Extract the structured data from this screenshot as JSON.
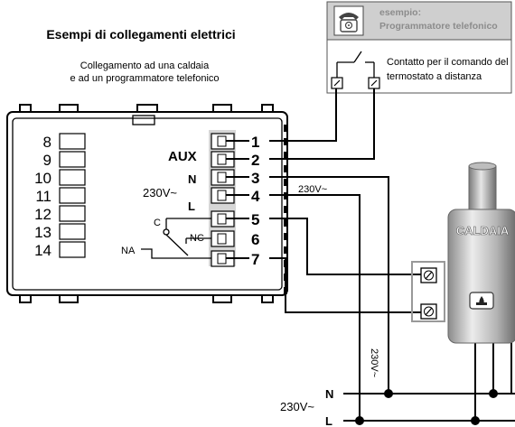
{
  "title": "Esempi di collegamenti elettrici",
  "subtitle_line1": "Collegamento ad una caldaia",
  "subtitle_line2": "e ad un programmatore telefonico",
  "phone_box": {
    "label_line1": "esempio:",
    "label_line2": "Programmatore telefonico",
    "contact_line1": "Contatto per il comando del",
    "contact_line2": "termostato a distanza"
  },
  "module": {
    "left_terminals": [
      "8",
      "9",
      "10",
      "11",
      "12",
      "13",
      "14"
    ],
    "right_terminals": [
      "1",
      "2",
      "3",
      "4",
      "5",
      "6",
      "7"
    ],
    "aux_label": "AUX",
    "n_label": "N",
    "l_label": "L",
    "voltage_label": "230V~",
    "relay_c": "C",
    "relay_nc": "NC",
    "relay_na": "NA"
  },
  "line_voltage_label": "230V~",
  "boiler_label": "CALDAIA",
  "vertical_voltage_label": "230V~",
  "bus": {
    "n_label": "N",
    "l_label": "L",
    "voltage_label": "230V~"
  }
}
